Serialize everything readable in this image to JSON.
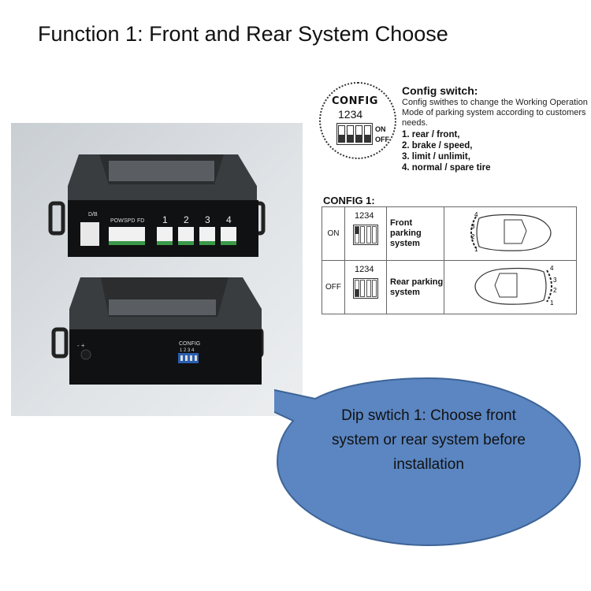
{
  "title": "Function 1: Front and Rear System Choose",
  "config_badge": {
    "label": "CONFIG",
    "numbers": "1234",
    "on": "ON",
    "off": "OFF"
  },
  "config_switch": {
    "heading": "Config switch:",
    "description": "Config swithes to change the Working Operation Mode of parking system according to customers needs.",
    "items": [
      "1. rear / front,",
      "2. brake / speed,",
      "3. limit / unlimit,",
      "4. normal / spare tire"
    ]
  },
  "config1": {
    "title": "CONFIG 1:",
    "rows": [
      {
        "state": "ON",
        "numbers": "1234",
        "label": "Front parking system",
        "sensors": [
          "4",
          "3",
          "2",
          "1"
        ]
      },
      {
        "state": "OFF",
        "numbers": "1234",
        "label": "Rear parking system",
        "sensors": [
          "4",
          "3",
          "2",
          "1"
        ]
      }
    ]
  },
  "device": {
    "top_labels": [
      "D/B",
      "POW",
      "SPD",
      "FD"
    ],
    "ports": [
      "1",
      "2",
      "3",
      "4"
    ],
    "bottom_label": "CONFIG",
    "bottom_numbers": "1 2 3 4",
    "volume_mark": "-  +"
  },
  "callout": {
    "lines": [
      "Dip swtich 1: Choose front",
      "system or rear system before",
      "installation"
    ],
    "fill": "#5b86c2",
    "stroke": "#3e6496"
  }
}
